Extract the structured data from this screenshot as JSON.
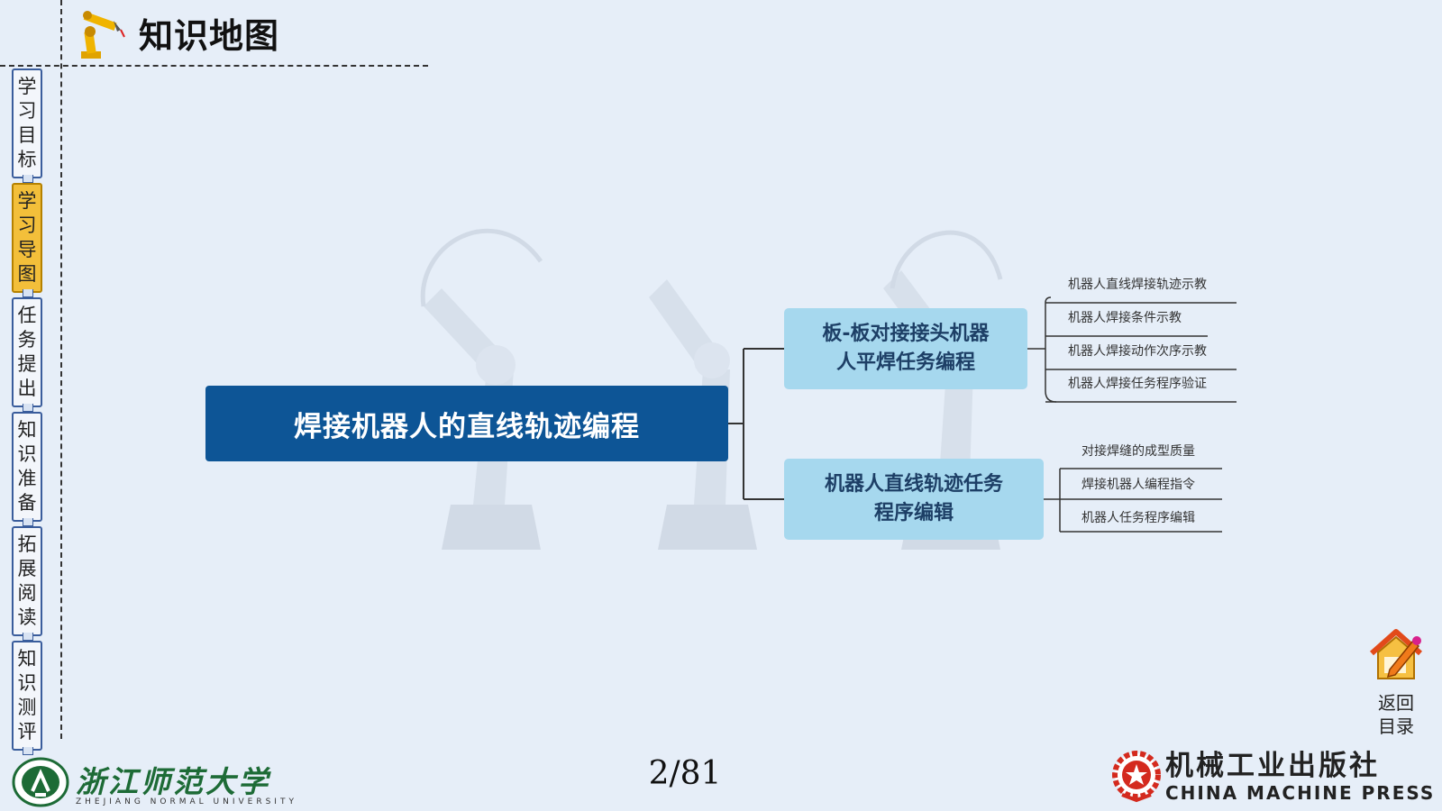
{
  "header": {
    "title": "知识地图"
  },
  "sidebar": {
    "tabs": [
      {
        "label": "学习目标",
        "active": false
      },
      {
        "label": "学习导图",
        "active": true
      },
      {
        "label": "任务提出",
        "active": false
      },
      {
        "label": "知识准备",
        "active": false
      },
      {
        "label": "拓展阅读",
        "active": false
      },
      {
        "label": "知识测评",
        "active": false
      }
    ]
  },
  "mindmap": {
    "center": "焊接机器人的直线轨迹编程",
    "branches": [
      {
        "label_lines": [
          "板-板对接接头机器",
          "人平焊任务编程"
        ],
        "leaves": [
          "机器人直线焊接轨迹示教",
          "机器人焊接条件示教",
          "机器人焊接动作次序示教",
          "机器人焊接任务程序验证"
        ]
      },
      {
        "label_lines": [
          "机器人直线轨迹任务",
          "程序编辑"
        ],
        "leaves": [
          "对接焊缝的成型质量",
          "焊接机器人编程指令",
          "机器人任务程序编辑"
        ]
      }
    ]
  },
  "return_button": {
    "line1": "返回",
    "line2": "目录"
  },
  "footer": {
    "page": "2/81",
    "university_cn": "浙江师范大学",
    "university_en": "ZHEJIANG NORMAL UNIVERSITY",
    "press_cn": "机械工业出版社",
    "press_en": "CHINA MACHINE PRESS"
  },
  "colors": {
    "background": "#e6eef8",
    "center_node": "#0d5596",
    "branch_node": "#a6d8ee",
    "active_tab": "#f3bf3a",
    "tab_border": "#3a5d9c",
    "university_green": "#1d6b36",
    "press_red": "#d42a1e"
  }
}
